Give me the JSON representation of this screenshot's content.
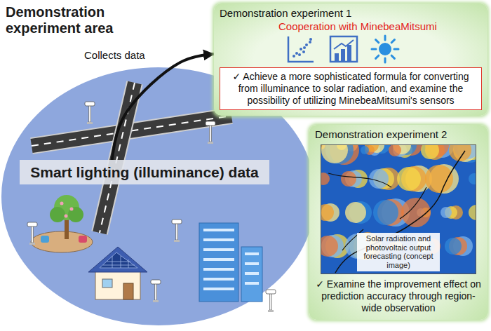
{
  "diagram": {
    "title": "Demonstration experiment area",
    "nodes": [
      {
        "text": [
          "Demonstration experiment 1",
          "Cooperation with MinebeaMitsumi"
        ]
      },
      {
        "text": [
          "✓ Achieve a more sophisticated formula for converting from illuminance to solar radiation, and examine the possibility of utilizing MinebeaMitsumi's sensors"
        ],
        "in": 0
      },
      {
        "text": [
          "Smart lighting (illuminance) data"
        ]
      },
      {
        "text": [
          "Demonstration experiment 2",
          "✓ Examine the improvement effect on prediction accuracy through region-wide observation"
        ]
      },
      {
        "text": [
          "Solar radiation and photovoltaic output forecasting (concept image)"
        ],
        "in": 3
      }
    ],
    "edges": [
      {
        "from": 2,
        "to": 0,
        "arrow": "to",
        "label": "Collects data"
      }
    ]
  }
}
